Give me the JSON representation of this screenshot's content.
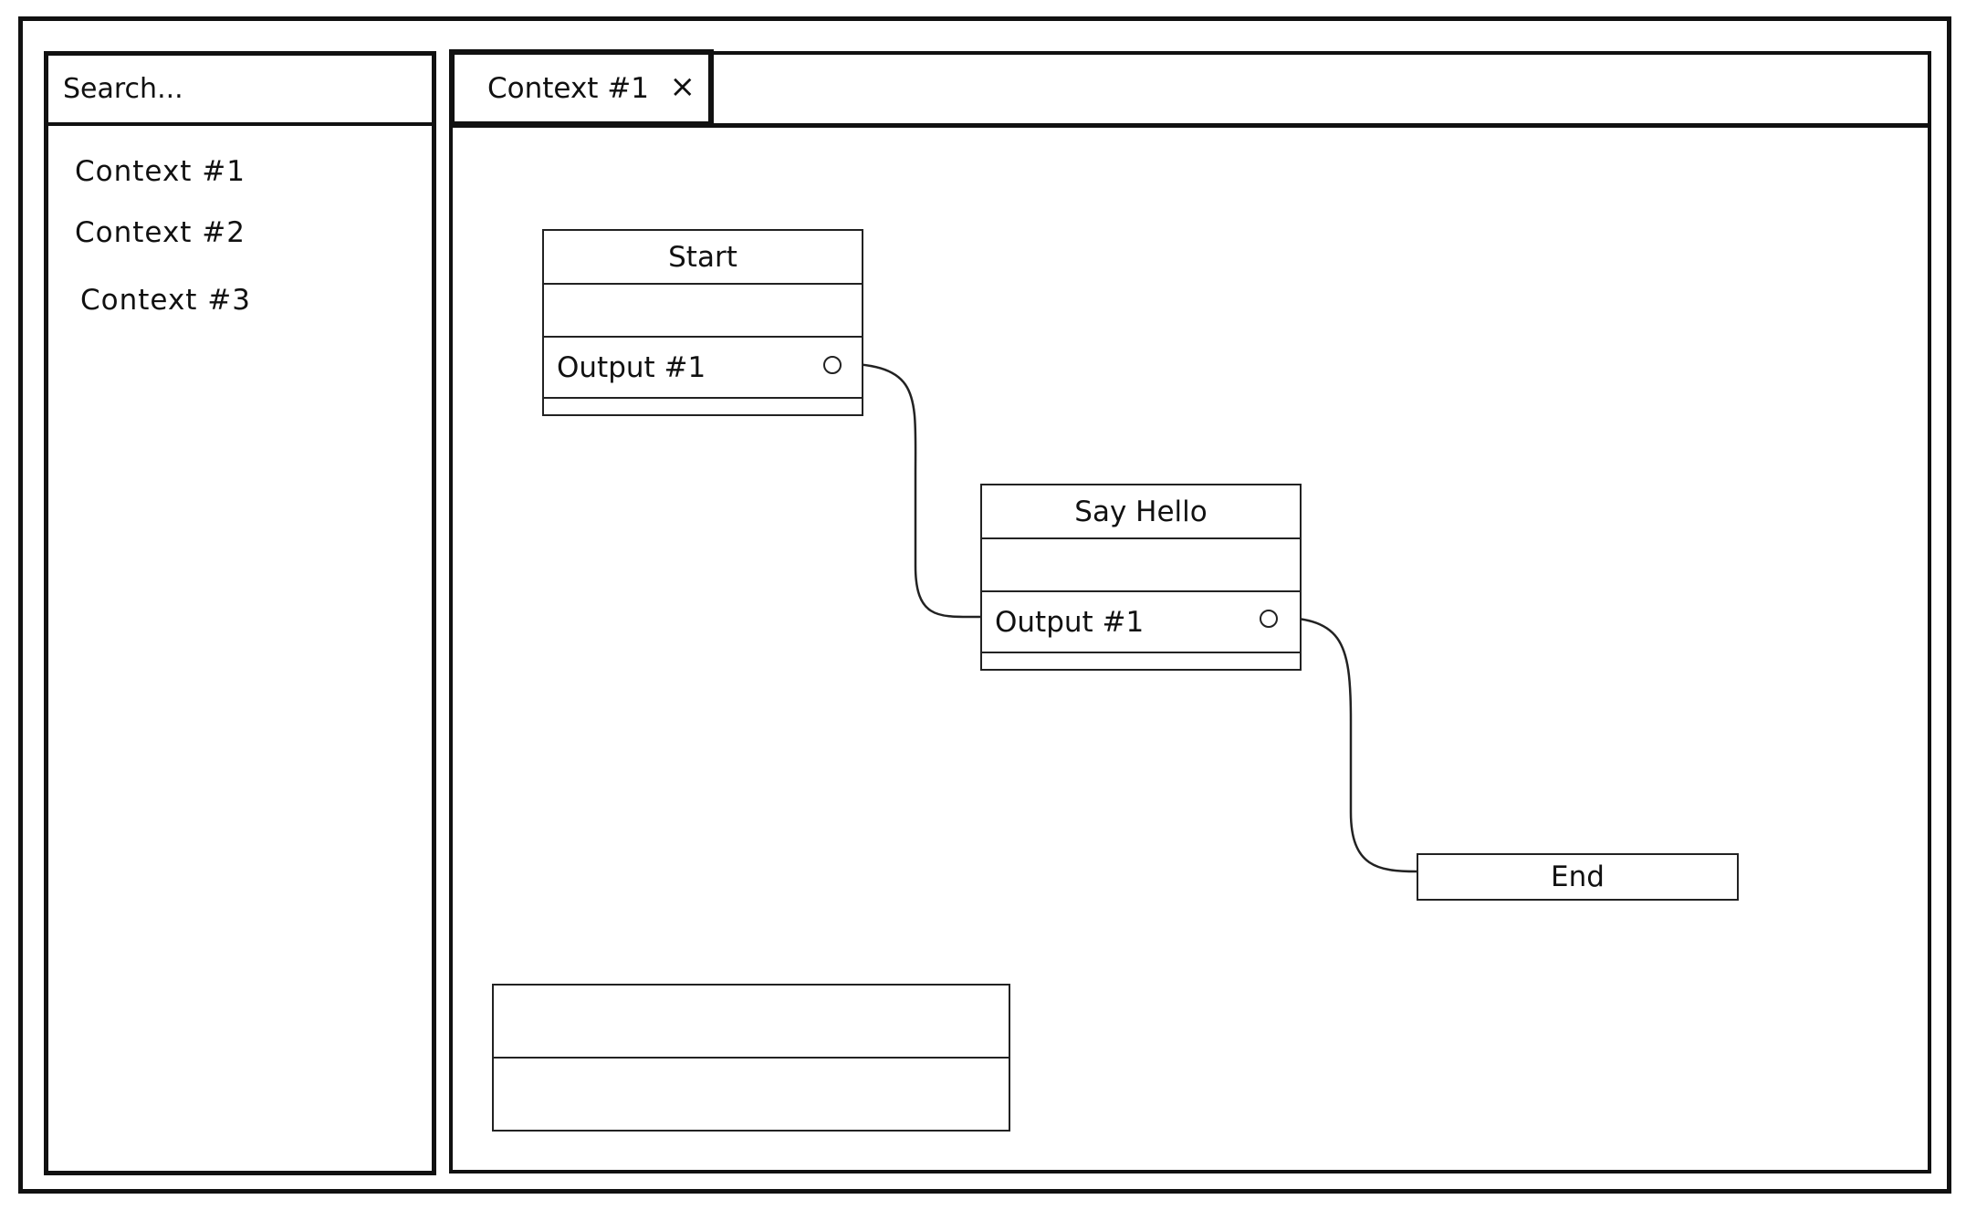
{
  "sidebar": {
    "search_placeholder": "Search...",
    "items": [
      {
        "label": "Context #1"
      },
      {
        "label": "Context #2"
      },
      {
        "label": "Context #3"
      }
    ]
  },
  "tabs": [
    {
      "label": "Context #1",
      "close_symbol": "×"
    }
  ],
  "nodes": {
    "start": {
      "title": "Start",
      "output_label": "Output #1"
    },
    "say_hello": {
      "title": "Say Hello",
      "output_label": "Output #1"
    },
    "end": {
      "title": "End"
    }
  }
}
